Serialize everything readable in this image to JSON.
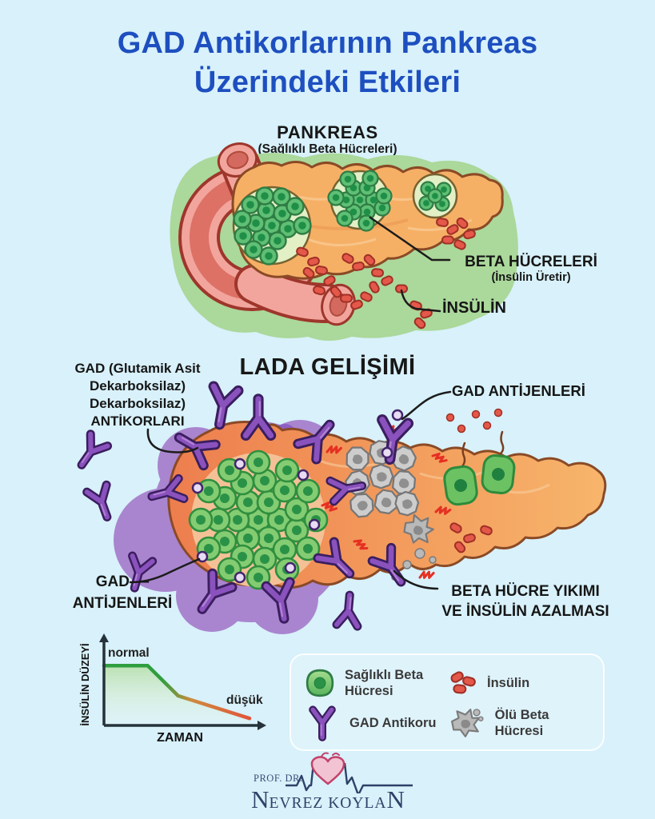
{
  "page": {
    "background": "#d8f1fa"
  },
  "title": {
    "line1": "GAD Antikorlarının Pankreas",
    "line2": "Üzerindeki Etkileri"
  },
  "healthy": {
    "heading": "PANKREAS",
    "subheading": "(Sağlıklı Beta Hücreleri)",
    "beta_label": "BETA HÜCRELERİ",
    "beta_sublabel": "(İnsülin Üretir)",
    "insulin_label": "İNSÜLİN"
  },
  "lada": {
    "heading": "LADA GELİŞİMİ",
    "antibody_label": [
      "GAD (Glutamik Asit",
      "Dekarboksilaz)",
      "Dekarboksilaz)",
      "ANTİKORLARI"
    ],
    "antigens_top_label": "GAD ANTİJENLERİ",
    "antigens_left_label": [
      "GAD —",
      "ANTİJENLERİ"
    ],
    "destruction_label": [
      "BETA HÜCRE YIKIMI",
      "VE İNSÜLİN AZALMASI"
    ]
  },
  "chart_data": {
    "type": "line",
    "title": "",
    "xlabel": "ZAMAN",
    "ylabel": "İNSÜLİN DÜZEYİ",
    "axes_numeric": false,
    "grid": false,
    "legend_position": "none",
    "annotations": [
      {
        "text": "normal",
        "refers_to": "flat high starting segment"
      },
      {
        "text": "düşük",
        "refers_to": "low declining ending segment"
      }
    ],
    "series": [
      {
        "name": "İnsülin düzeyi (zaman içinde)",
        "x_rel": [
          0,
          0.3,
          0.51,
          1.0
        ],
        "y_rel": [
          0.85,
          0.85,
          0.42,
          0.1
        ],
        "color_start": "#2f9e3f",
        "color_end": "#e0553a"
      }
    ]
  },
  "legend": {
    "items": [
      {
        "icon": "healthy-beta-cell-icon",
        "label": "Sağlıklı Beta Hücresi"
      },
      {
        "icon": "insulin-icon",
        "label": "İnsülin"
      },
      {
        "icon": "gad-antibody-icon",
        "label": "GAD Antikoru"
      },
      {
        "icon": "dead-beta-cell-icon",
        "label": "Ölü Beta Hücresi"
      }
    ]
  },
  "footer": {
    "prefix": "PROF. DR.",
    "name_initial": "N",
    "name_middle": "EVREZ KOYLA",
    "name_final": "N"
  },
  "colors": {
    "background": "#d8f1fa",
    "title_blue": "#1e4fc0",
    "text_black": "#171717",
    "healthy_halo_green": "#abd89b",
    "pancreas_orange": "#f6b066",
    "pancreas_outline": "#8a4a26",
    "duodenum_pink": "#f2a59c",
    "beta_cell_green": "#5fbf74",
    "beta_nucleus_green": "#1f8f48",
    "insulin_red": "#e4584a",
    "antibody_purple": "#8a52bd",
    "antibody_outline": "#3b1e5f",
    "lada_halo_purple": "#a985cf",
    "dead_cell_gray": "#cdcdcd",
    "alarm_red": "#e53022",
    "footer_navy": "#2e4168",
    "heart_pink": "#c2426b"
  }
}
